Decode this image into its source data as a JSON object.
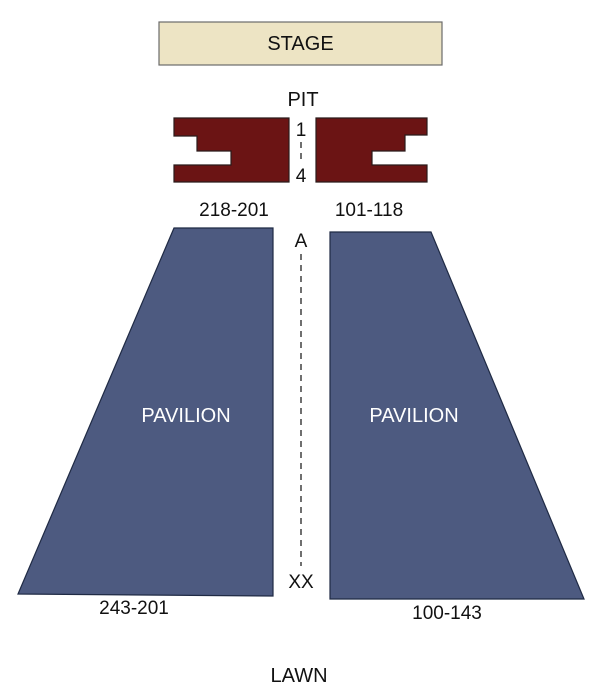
{
  "colors": {
    "stage_fill": "#ede4c4",
    "stage_stroke": "#6b6b6b",
    "pit_fill": "#6b1414",
    "pavilion_fill": "#4d5a80"
  },
  "stage": {
    "label": "STAGE"
  },
  "pit": {
    "label": "PIT",
    "row_first": "1",
    "row_last": "4",
    "left_seats": "218-201",
    "right_seats": "101-118"
  },
  "pavilion": {
    "row_first": "A",
    "row_last": "XX",
    "left_label": "PAVILION",
    "right_label": "PAVILION",
    "left_seats": "243-201",
    "right_seats": "100-143"
  },
  "lawn": {
    "label": "LAWN"
  }
}
